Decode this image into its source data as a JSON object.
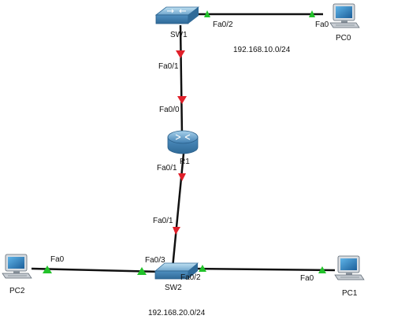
{
  "devices": {
    "sw1": {
      "label": "SW1"
    },
    "sw2": {
      "label": "SW2"
    },
    "r1": {
      "label": "R1"
    },
    "pc0": {
      "label": "PC0"
    },
    "pc1": {
      "label": "PC1"
    },
    "pc2": {
      "label": "PC2"
    }
  },
  "ports": {
    "sw1_fa02": "Fa0/2",
    "pc0_fa0": "Fa0",
    "sw1_fa01": "Fa0/1",
    "r1_fa00": "Fa0/0",
    "r1_fa01": "Fa0/1",
    "sw2_fa01": "Fa0/1",
    "pc2_fa0": "Fa0",
    "sw2_fa03": "Fa0/3",
    "sw2_fa02": "Fa0/2",
    "pc1_fa0": "Fa0"
  },
  "networks": {
    "lan1": "192.168.10.0/24",
    "lan2": "192.168.20.0/24"
  },
  "colors": {
    "link_up": "#22c22a",
    "link_down": "#e0202a",
    "cable": "#111111",
    "device_blue": "#4a86b8"
  },
  "icons": {
    "switch": "switch-icon",
    "router": "router-icon",
    "pc": "pc-icon"
  }
}
